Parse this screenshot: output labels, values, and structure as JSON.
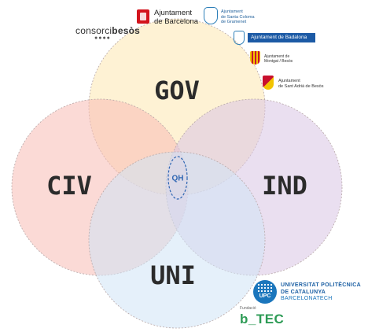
{
  "diagram": {
    "circles": [
      {
        "id": "gov",
        "label": "GOV",
        "fill": "#fde8b0"
      },
      {
        "id": "civ",
        "label": "CIV",
        "fill": "#f7bcb4"
      },
      {
        "id": "ind",
        "label": "IND",
        "fill": "#d9c4e3"
      },
      {
        "id": "uni",
        "label": "UNI",
        "fill": "#cfe3f5"
      }
    ],
    "center": {
      "label": "QH",
      "color": "#2f66b3"
    }
  },
  "logos": {
    "consorci": {
      "prefix": "consorci",
      "bold": "besòs",
      "dots": "●●●●"
    },
    "barcelona": {
      "line1": "Ajuntament",
      "line2": "de Barcelona"
    },
    "santa_coloma": {
      "line1": "Ajuntament",
      "line2": "de Santa Coloma",
      "line3": "de Gramenet"
    },
    "badalona": {
      "label": "Ajuntament de Badalona"
    },
    "montgat": {
      "line1": "Ajuntament de",
      "line2": "Montgat / Besòs"
    },
    "sant_adria": {
      "line1": "Ajuntament",
      "line2": "de Sant Adrià de Besòs"
    },
    "upc": {
      "mark": "UPC",
      "line1": "UNIVERSITAT POLITÈCNICA",
      "line2": "DE CATALUNYA",
      "line3": "BARCELONATECH"
    },
    "btec": {
      "small": "Fundació",
      "name": "b_TEC"
    }
  }
}
